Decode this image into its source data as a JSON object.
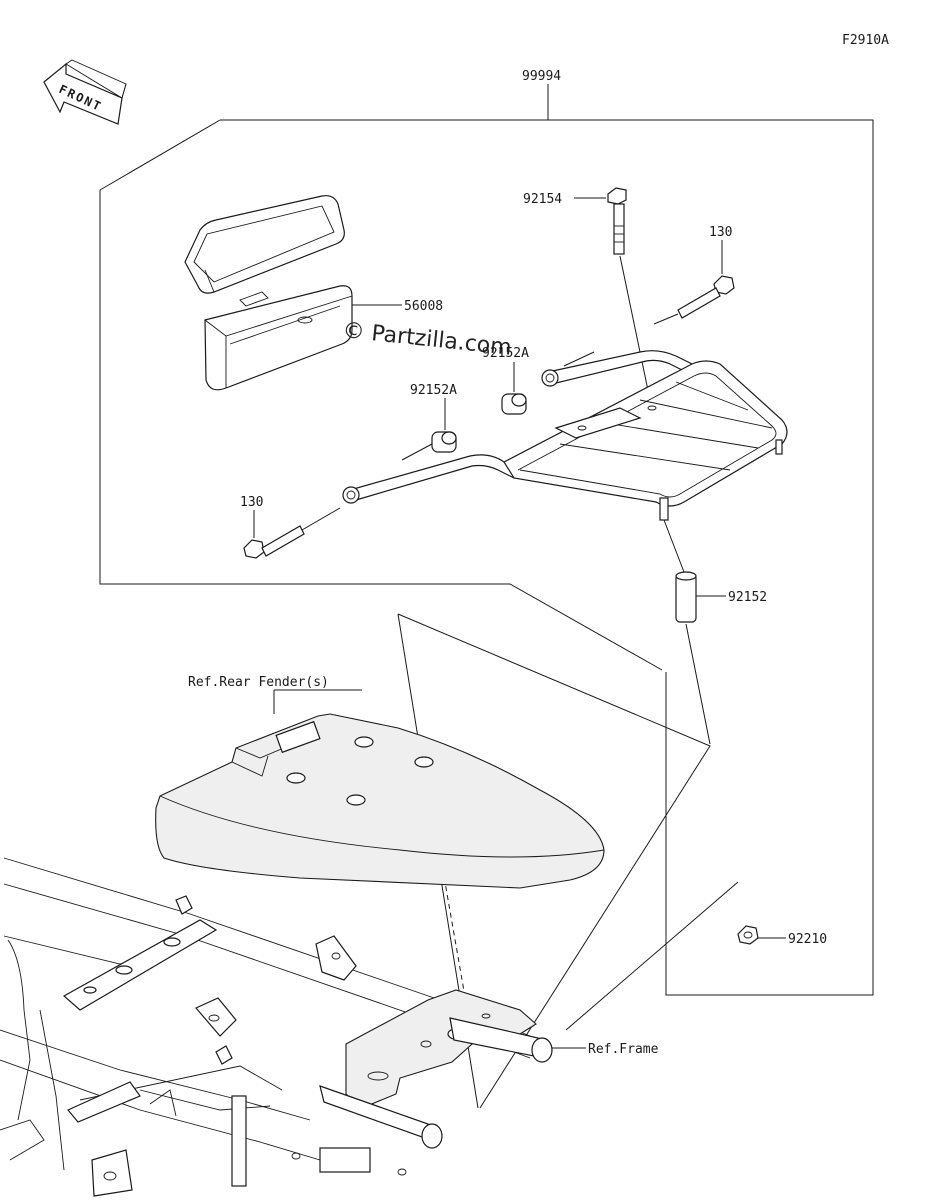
{
  "diagram_id": "F2910A",
  "front_label": "FRONT",
  "watermark": "© Partzilla.com",
  "callouts": {
    "kit": "99994",
    "bolt_top": "92154",
    "bolt_right": "130",
    "box": "56008",
    "bushing_upper": "92152A",
    "bushing_lower": "92152A",
    "bolt_left": "130",
    "collar": "92152",
    "nut": "92210"
  },
  "references": {
    "rear_fender": "Ref.Rear Fender(s)",
    "frame": "Ref.Frame"
  }
}
